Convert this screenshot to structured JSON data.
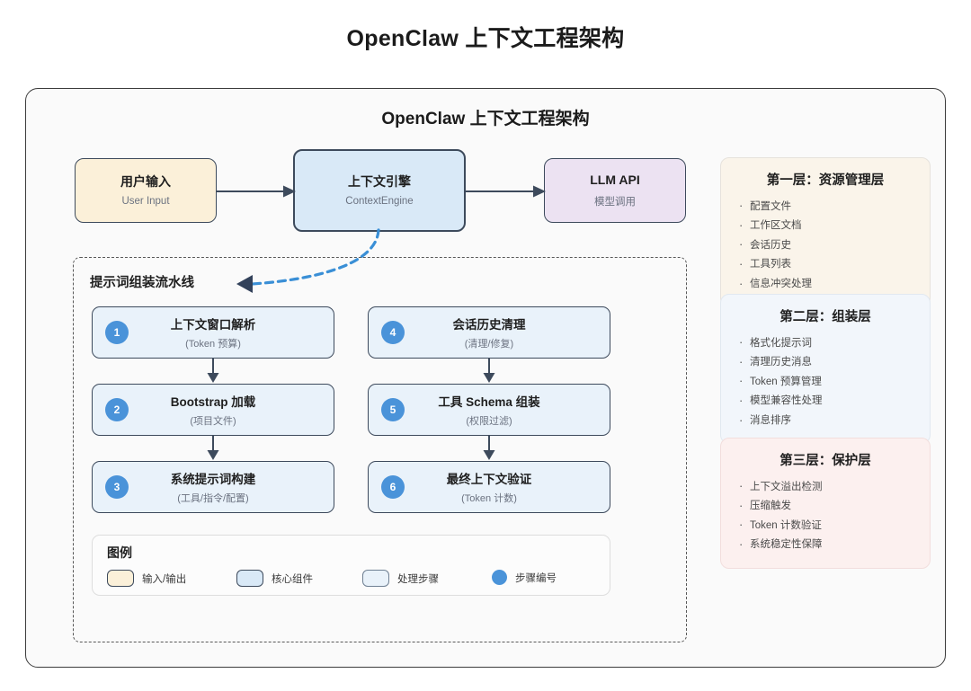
{
  "page_title": "OpenClaw 上下文工程架构",
  "canvas_title": "OpenClaw 上下文工程架构",
  "colors": {
    "io_fill": "#fbf0d9",
    "core_fill": "#d9e9f7",
    "llm_fill": "#ece2f2",
    "step_fill": "#e9f2fa",
    "badge": "#4a93d9",
    "border": "#3d4a5c",
    "panel_1": "#faf4ea",
    "panel_2": "#f2f6fb",
    "panel_3": "#fcf0ef",
    "dashed_arrow": "#3a8fd6"
  },
  "flow": {
    "user": {
      "title": "用户输入",
      "subtitle": "User Input"
    },
    "engine": {
      "title": "上下文引擎",
      "subtitle": "ContextEngine"
    },
    "llm": {
      "title": "LLM API",
      "subtitle": "模型调用"
    }
  },
  "pipeline": {
    "label": "提示词组装流水线",
    "steps": [
      {
        "num": "1",
        "title": "上下文窗口解析",
        "subtitle": "(Token 预算)"
      },
      {
        "num": "2",
        "title": "Bootstrap 加载",
        "subtitle": "(项目文件)"
      },
      {
        "num": "3",
        "title": "系统提示词构建",
        "subtitle": "(工具/指令/配置)"
      },
      {
        "num": "4",
        "title": "会话历史清理",
        "subtitle": "(清理/修复)"
      },
      {
        "num": "5",
        "title": "工具 Schema 组装",
        "subtitle": "(权限过滤)"
      },
      {
        "num": "6",
        "title": "最终上下文验证",
        "subtitle": "(Token 计数)"
      }
    ]
  },
  "legend": {
    "title": "图例",
    "items": [
      {
        "label": "输入/输出",
        "kind": "swatch",
        "color": "#fbf0d9"
      },
      {
        "label": "核心组件",
        "kind": "swatch",
        "color": "#d9e9f7"
      },
      {
        "label": "处理步骤",
        "kind": "swatch",
        "color": "#e9f2fa"
      },
      {
        "label": "步骤编号",
        "kind": "dot",
        "color": "#4a93d9"
      }
    ]
  },
  "panels": [
    {
      "title": "第一层：资源管理层",
      "items": [
        "配置文件",
        "工作区文档",
        "会话历史",
        "工具列表",
        "信息冲突处理"
      ]
    },
    {
      "title": "第二层：组装层",
      "items": [
        "格式化提示词",
        "清理历史消息",
        "Token 预算管理",
        "模型兼容性处理",
        "消息排序"
      ]
    },
    {
      "title": "第三层：保护层",
      "items": [
        "上下文溢出检测",
        "压缩触发",
        "Token 计数验证",
        "系统稳定性保障"
      ]
    }
  ]
}
